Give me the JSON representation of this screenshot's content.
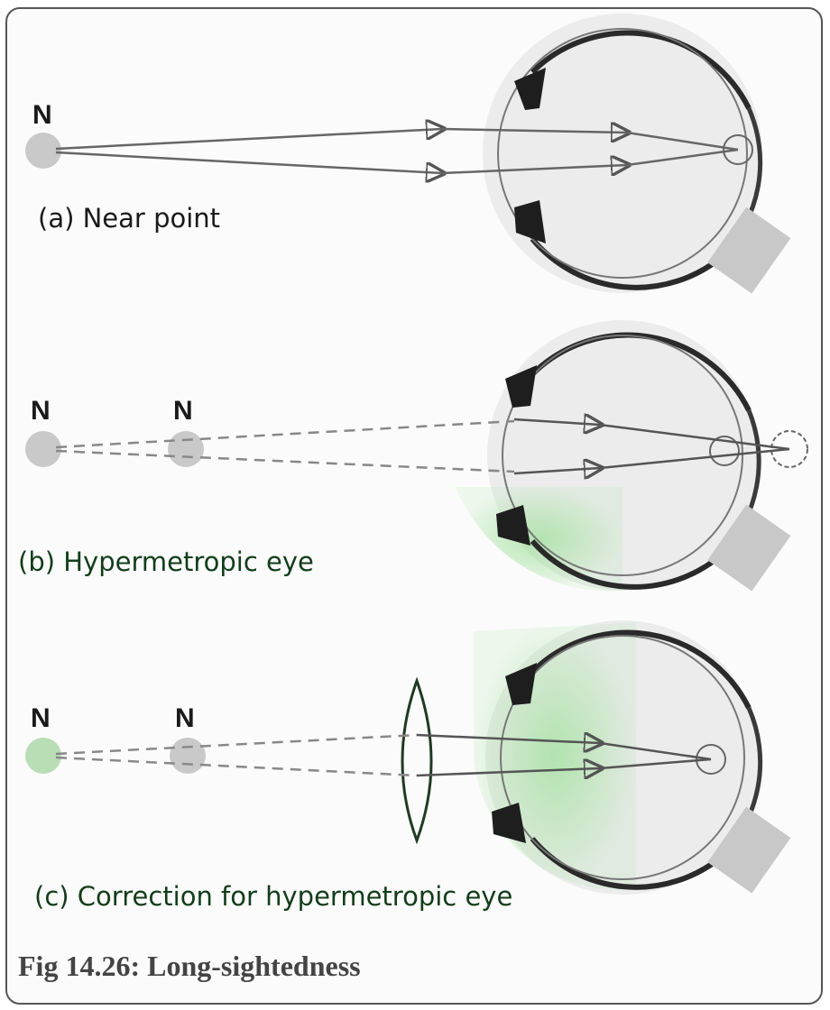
{
  "panels": [
    {
      "caption": "(a) Near point",
      "points": [
        "N"
      ]
    },
    {
      "caption": "(b) Hypermetropic eye",
      "points": [
        "N",
        "N"
      ]
    },
    {
      "caption": "(c) Correction for hypermetropic eye",
      "points": [
        "N",
        "N"
      ]
    }
  ],
  "figure_caption": "Fig 14.26: Long-sightedness",
  "colors": {
    "caption_a": "#1a1a1a",
    "caption_green": "#123d1a",
    "highlight": "#9fe09a",
    "eye_outline": "#2a2a2a",
    "ray": "#6a6a6a"
  }
}
